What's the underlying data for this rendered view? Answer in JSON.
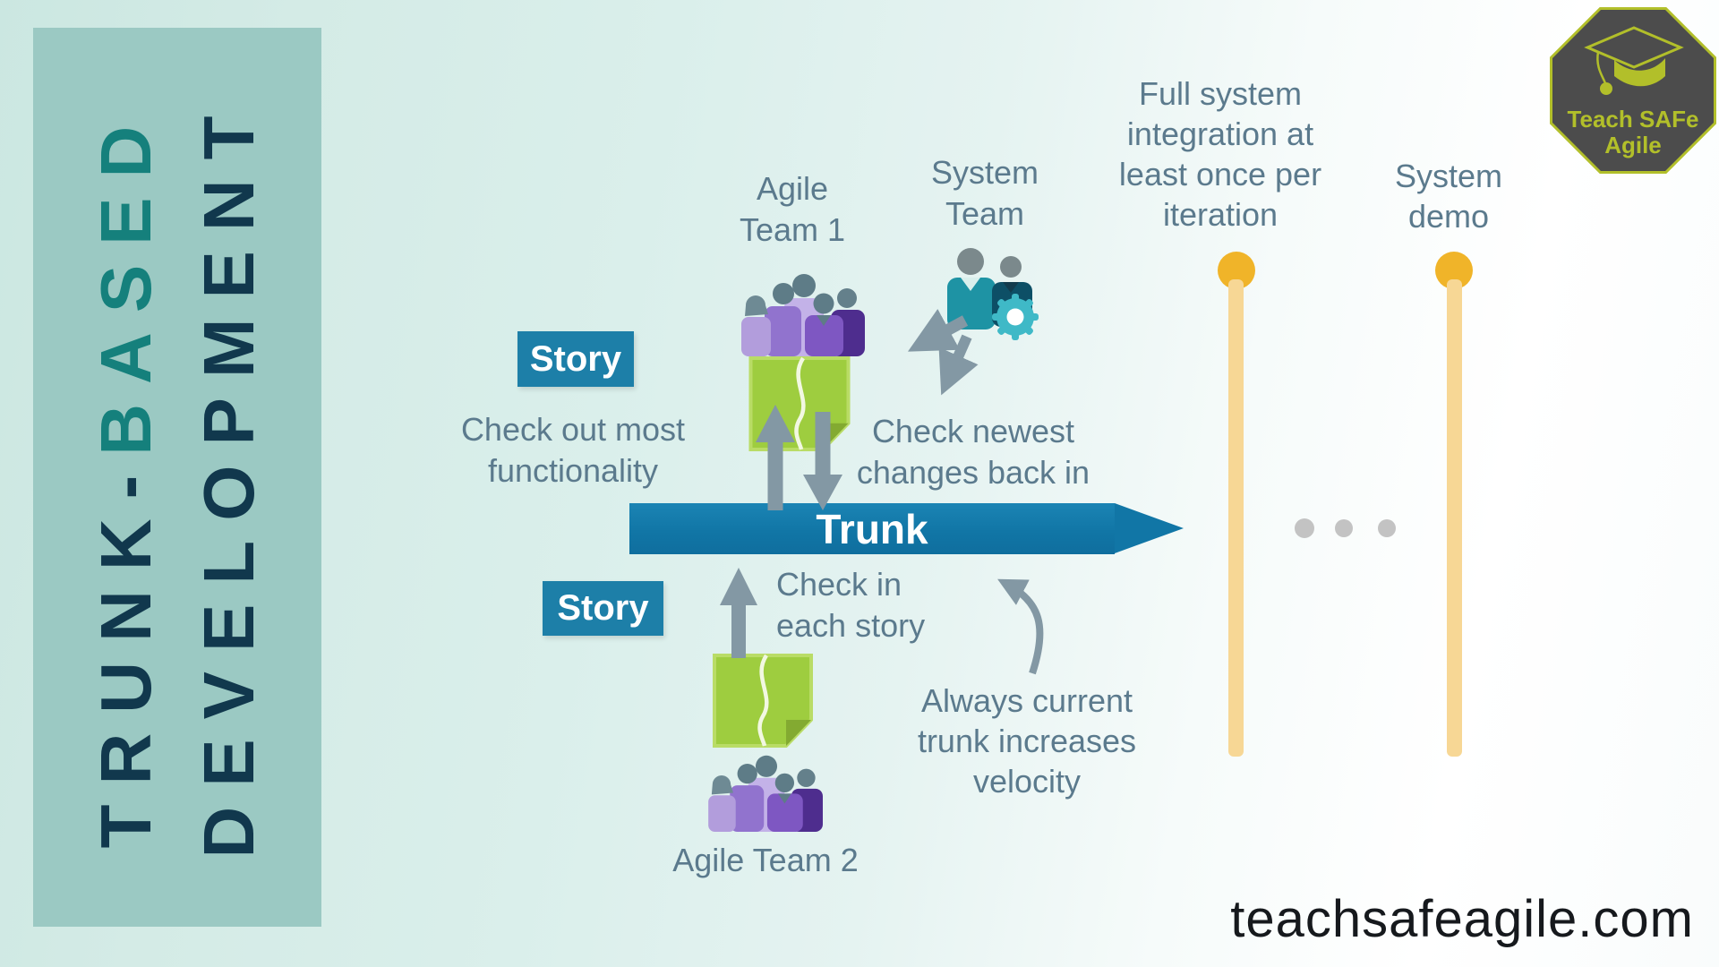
{
  "sidebar": {
    "title": {
      "part1": "TRUNK-",
      "part2": "BASED",
      "line2": "DEVELOPMENT"
    }
  },
  "teams": {
    "agile_team_1": {
      "lines": [
        "Agile",
        "Team 1"
      ]
    },
    "system_team": {
      "lines": [
        "System",
        "Team"
      ]
    },
    "agile_team_2": {
      "label": "Agile Team 2"
    }
  },
  "badges": {
    "story_1": "Story",
    "story_2": "Story"
  },
  "trunk": {
    "label": "Trunk"
  },
  "annotations": {
    "check_out": {
      "lines": [
        "Check out most",
        "functionality"
      ]
    },
    "check_newest": {
      "lines": [
        "Check newest",
        "changes back in"
      ]
    },
    "check_in": {
      "lines": [
        "Check in",
        "each story"
      ]
    },
    "always_current": {
      "lines": [
        "Always current",
        "trunk increases",
        "velocity"
      ]
    }
  },
  "milestones": {
    "integration": {
      "lines": [
        "Full system",
        "integration at",
        "least once per",
        "iteration"
      ]
    },
    "demo": {
      "lines": [
        "System",
        "demo"
      ]
    }
  },
  "logo": {
    "lines": [
      "Teach SAFe",
      "Agile"
    ]
  },
  "footer": {
    "website": "teachsafeagile.com"
  },
  "colors": {
    "sidebar_bg": "#9bc9c3",
    "title_navy": "#11384d",
    "title_teal": "#15807c",
    "trunk_blue": "#1176a6",
    "story_badge_blue": "#1d7fa8",
    "sticky_green": "#9ecd3f",
    "label_gray": "#5b7a8d",
    "arrow_gray": "#8398a4",
    "milestone_line_yellow": "#f7d795",
    "milestone_dot_orange": "#f0b429",
    "team_purple": "#7e57c2",
    "system_teal": "#1e93a4",
    "logo_green": "#b2bf2a",
    "logo_gray": "#4c4c4c"
  }
}
